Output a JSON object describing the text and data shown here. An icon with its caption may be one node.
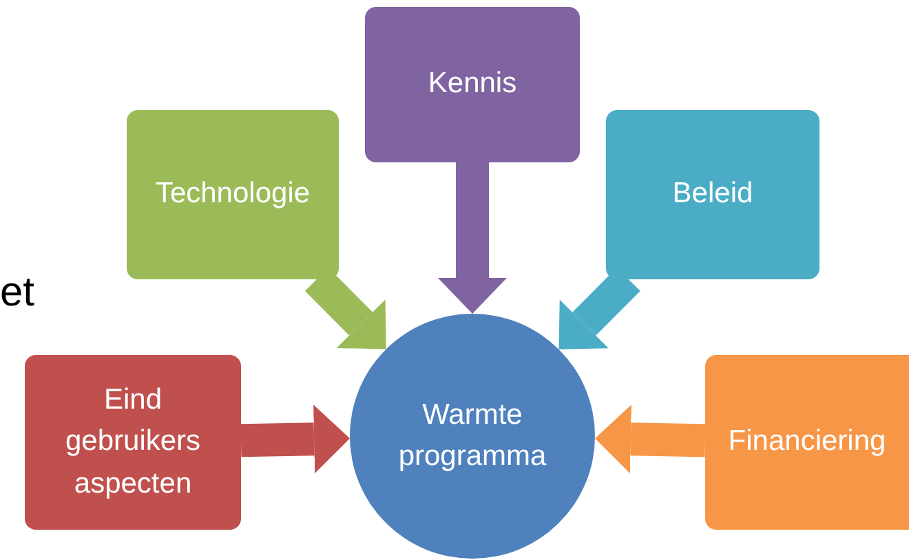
{
  "diagram": {
    "nodes": [
      {
        "text": [
          "Kennis"
        ]
      },
      {
        "text": [
          "Technologie"
        ]
      },
      {
        "text": [
          "Beleid"
        ]
      },
      {
        "text": [
          "Eind gebruikers aspecten"
        ]
      },
      {
        "text": [
          "Warmte programma"
        ]
      },
      {
        "text": [
          "Financiering"
        ]
      }
    ],
    "edges": [
      {
        "from": 0,
        "to": 4,
        "arrow": "to",
        "color": "#8064a2"
      },
      {
        "from": 1,
        "to": 4,
        "arrow": "to",
        "color": "#9bbb59"
      },
      {
        "from": 2,
        "to": 4,
        "arrow": "to",
        "color": "#4bacc6"
      },
      {
        "from": 3,
        "to": 4,
        "arrow": "to",
        "color": "#c0504d"
      },
      {
        "from": 5,
        "to": 4,
        "arrow": "to",
        "color": "#f79646"
      }
    ],
    "labels": [
      "et"
    ]
  }
}
